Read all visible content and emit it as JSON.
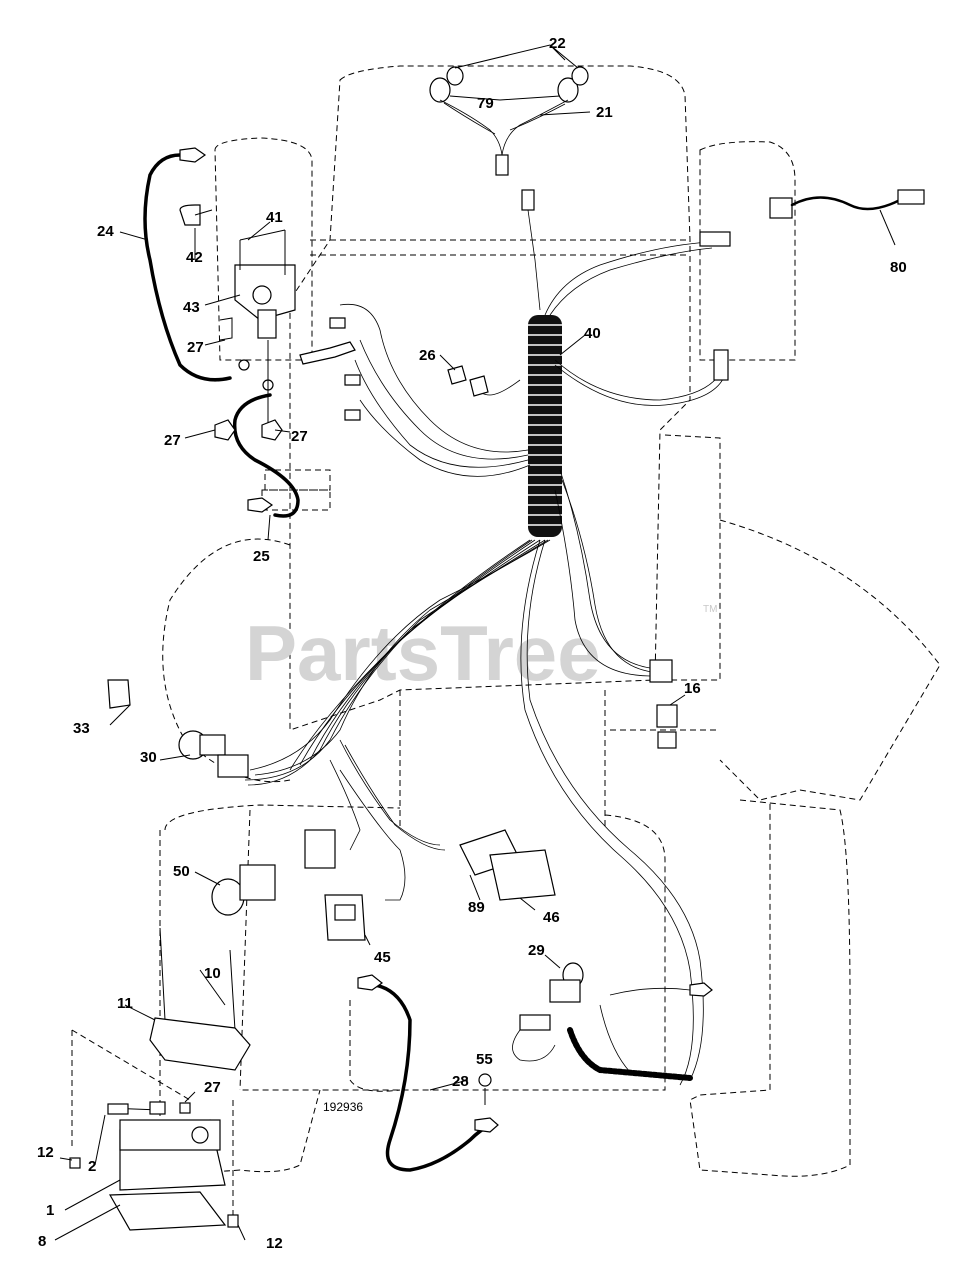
{
  "diagram": {
    "watermark": "PartsTree",
    "trademark": "TM",
    "drawing_number": "192936",
    "callouts": {
      "p1": "1",
      "p2": "2",
      "p8": "8",
      "p10": "10",
      "p11": "11",
      "p12a": "12",
      "p12b": "12",
      "p16": "16",
      "p21": "21",
      "p22": "22",
      "p24": "24",
      "p25": "25",
      "p26": "26",
      "p27a": "27",
      "p27b": "27",
      "p27c": "27",
      "p27d": "27",
      "p28": "28",
      "p29": "29",
      "p30": "30",
      "p33": "33",
      "p40": "40",
      "p41": "41",
      "p42": "42",
      "p43": "43",
      "p45": "45",
      "p46": "46",
      "p50": "50",
      "p55": "55",
      "p79": "79",
      "p80": "80",
      "p89": "89"
    }
  }
}
